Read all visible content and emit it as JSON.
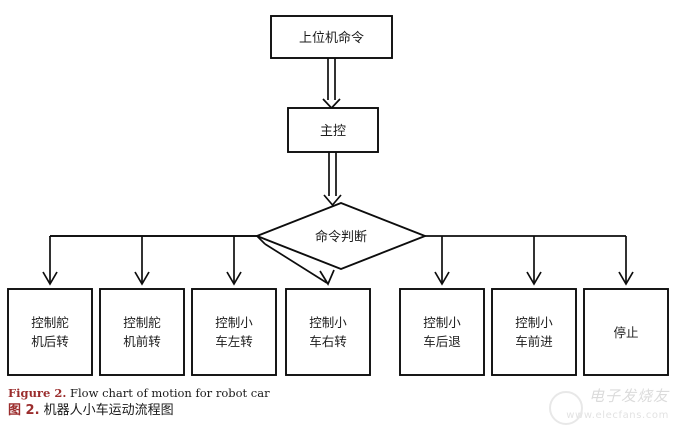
{
  "figure": {
    "diagram_type": "flowchart",
    "nodes": {
      "host_command": {
        "label": "上位机命令",
        "shape": "rectangle"
      },
      "main_control": {
        "label": "主控",
        "shape": "rectangle"
      },
      "decision": {
        "label": "命令判断",
        "shape": "diamond"
      }
    },
    "branches": [
      {
        "label_line1": "控制舵",
        "label_line2": "机后转"
      },
      {
        "label_line1": "控制舵",
        "label_line2": "机前转"
      },
      {
        "label_line1": "控制小",
        "label_line2": "车左转"
      },
      {
        "label_line1": "控制小",
        "label_line2": "车右转"
      },
      {
        "label_line1": "控制小",
        "label_line2": "车后退"
      },
      {
        "label_line1": "控制小",
        "label_line2": "车前进"
      },
      {
        "label_line1": "停止",
        "label_line2": ""
      }
    ],
    "colors": {
      "stroke": "#0d0d0d",
      "fill": "#ffffff",
      "caption_accent": "#9B2D2D",
      "text": "#1a1a1a"
    }
  },
  "caption": {
    "figure_label_en": "Figure 2.",
    "text_en": "Flow chart of motion for robot car",
    "figure_label_zh": "图 2.",
    "text_zh": "机器人小车运动流程图"
  },
  "watermark": {
    "mark": "电子发烧友",
    "url": "www.elecfans.com"
  }
}
